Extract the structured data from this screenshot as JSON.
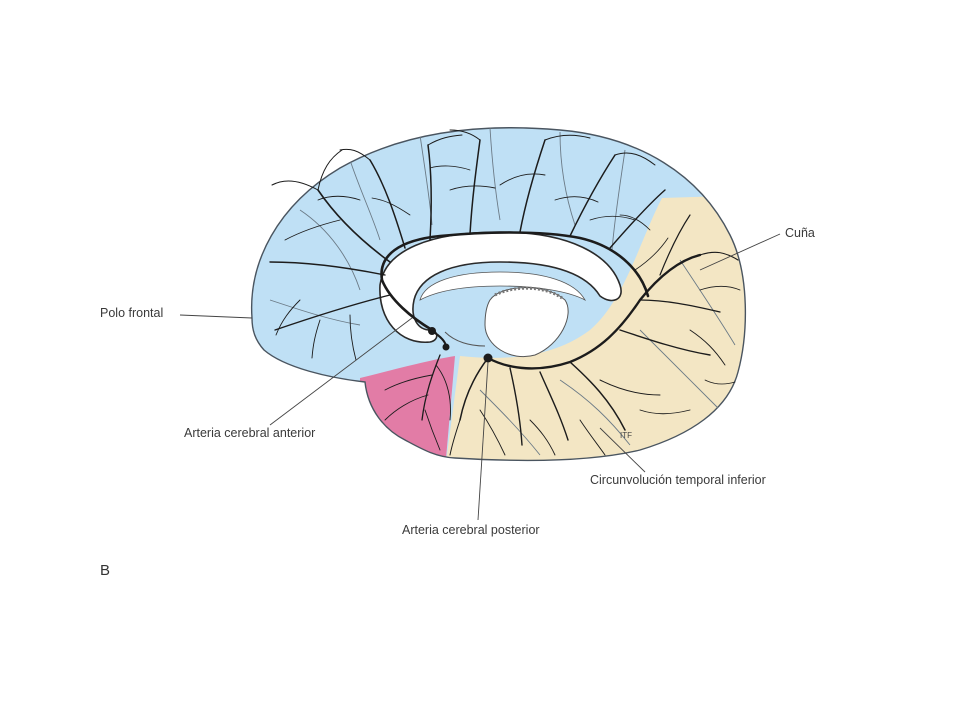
{
  "figure": {
    "panel_letter": "B",
    "labels": {
      "polo_frontal": "Polo frontal",
      "cuna": "Cuña",
      "arteria_anterior": "Arteria cerebral anterior",
      "arteria_posterior": "Arteria cerebral posterior",
      "circunvolucion": "Circunvolución temporal inferior"
    },
    "colors": {
      "anterior_territory": "#bfe0f5",
      "posterior_territory": "#f3e6c4",
      "temporal_pole_territory": "#e27ca6",
      "vessels": "#1c1c1c",
      "callosum_fill": "#ffffff"
    }
  }
}
